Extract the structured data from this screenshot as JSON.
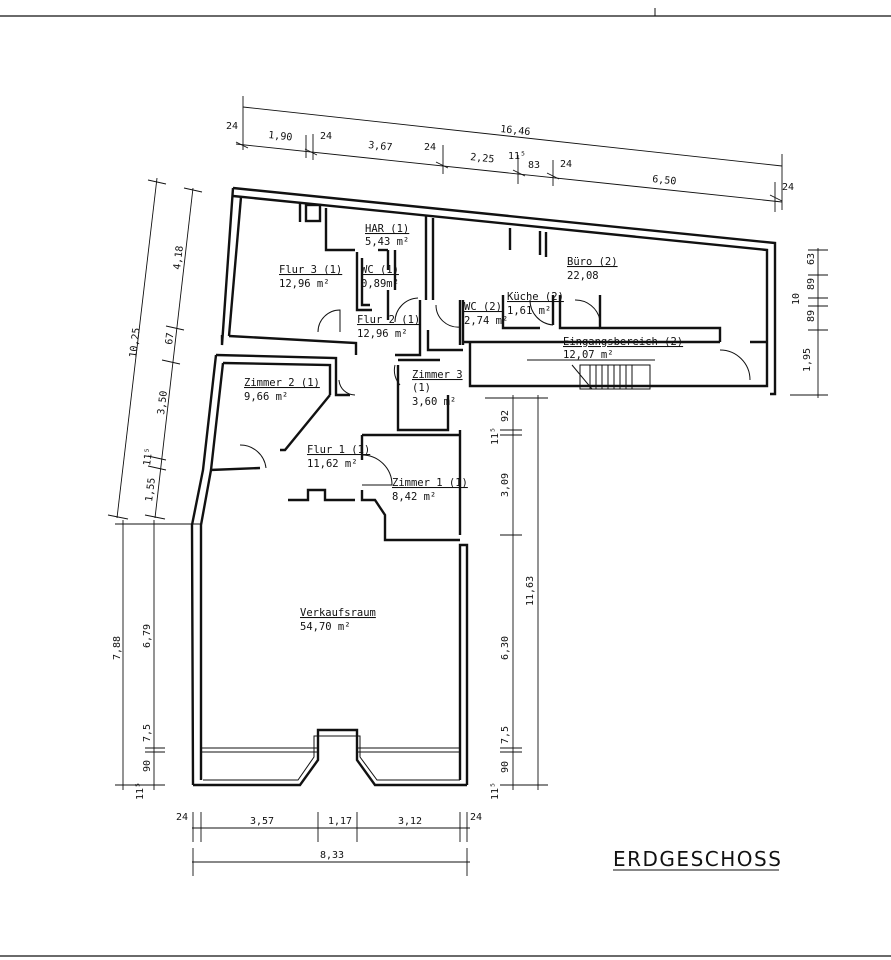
{
  "title": "ERDGESCHOSS",
  "rooms": [
    {
      "id": "har",
      "name": "HAR (1)",
      "area": "5,43 m²"
    },
    {
      "id": "flur3",
      "name": "Flur 3 (1)",
      "area": "12,96 m²"
    },
    {
      "id": "wc1",
      "name": "WC (1)",
      "area": "0,89m²"
    },
    {
      "id": "flur2",
      "name": "Flur 2 (1)",
      "area": "12,96 m²"
    },
    {
      "id": "buero",
      "name": "Büro (2)",
      "area": "22,08"
    },
    {
      "id": "kueche",
      "name": "Küche (2)",
      "area": "1,61 m²"
    },
    {
      "id": "wc2",
      "name": "WC (2)",
      "area": "2,74 m²"
    },
    {
      "id": "eingang",
      "name": "Eingangsbereich (2)",
      "area": "12,07 m²"
    },
    {
      "id": "zimmer2",
      "name": "Zimmer 2 (1)",
      "area": "9,66 m²"
    },
    {
      "id": "zimmer3",
      "name": "Zimmer 3",
      "suffix": "(1)",
      "area": "3,60 m²"
    },
    {
      "id": "flur1",
      "name": "Flur 1 (1)",
      "area": "11,62 m²"
    },
    {
      "id": "zimmer1",
      "name": "Zimmer 1 (1)",
      "area": "8,42 m²"
    },
    {
      "id": "verkauf",
      "name": "Verkaufsraum",
      "area": "54,70 m²"
    }
  ],
  "dims": {
    "top_total": "16,46",
    "top": [
      "24",
      "1,90",
      "24",
      "3,67",
      "24",
      "2,25",
      "11⁵",
      "83",
      "24",
      "6,50",
      "24"
    ],
    "left_outer": [
      "10,25",
      "4,18",
      "67",
      "3,50",
      "11⁵",
      "1,55"
    ],
    "left_lower": [
      "7,88",
      "6,79",
      "7,5",
      "90",
      "11⁵"
    ],
    "right_top": [
      "63",
      "89",
      "10",
      "89",
      "1,95"
    ],
    "right_mid": [
      "92",
      "11⁵",
      "3,09",
      "11,63",
      "6,30",
      "7,5",
      "90",
      "11⁵"
    ],
    "bottom": [
      "24",
      "3,57",
      "1,17",
      "3,12",
      "24"
    ],
    "bottom_total": "8,33"
  }
}
